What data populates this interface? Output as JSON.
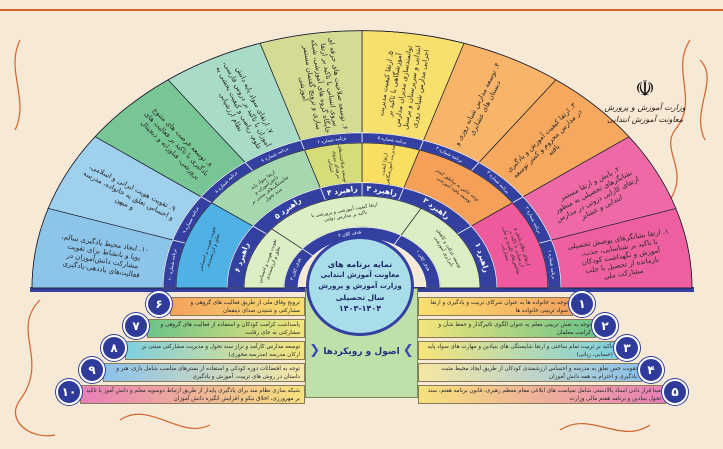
{
  "ministry": {
    "line1": "وزارت آموزش و پرورش",
    "line2": "معاونت آموزش ابتدایی",
    "emblem": "☫"
  },
  "center": {
    "lines": [
      "نمایه برنامه های",
      "معاونت آموزش ابتدایی",
      "وزارت آموزش و پرورش",
      "سال تحصیلی",
      "۱۴۰۳-۱۴۰۴"
    ]
  },
  "principles_title": "اصول و رویکردها",
  "programs": [
    {
      "label": "برنامه شماره ۱",
      "text": "۱. ارتقا نشانگرهای پوشش تحصیلی با تاکید بر شناسایی، جذب، آموزش و نگهداشت کودکان بازمانده از تحصیل با جلب مشارکت ملی",
      "color": "#ee5f9f"
    },
    {
      "label": "برنامه شماره ۲",
      "text": "۲. پایش و ارتقا مستمر نشانگرهای تحصیلی به منظور ارتقای کارایی درونی در مدارس ابتدایی و عشایر",
      "color": "#ee6aa6"
    },
    {
      "label": "برنامه شماره ۳",
      "text": "۳. ارتقا کیفیت آموزش و یادگیری در مدارس محروم و کمتر توسعه یافته",
      "color": "#f6a95e"
    },
    {
      "label": "برنامه شماره ۴",
      "text": "۴. توسعه مدارس شبانه روزی و دبستان های عشایری",
      "color": "#f8b468"
    },
    {
      "label": "برنامه شماره ۵",
      "text": "۵. ارتقا کیفیت مدیریت آموزشگاهی با تاکید بر توانمندسازی مدیران مدارس ابتدایی و سرپرستان و پرسنل اجرایی مدارس شبانه روزی",
      "color": "#f8e06e"
    },
    {
      "label": "برنامه شماره ۶",
      "text": "۶. توسعه صلاحیت های حرفه ای نیروی انسانی با تاکید بر ارتقا جایگاه گروه های آموزشی، شبکه سازی و ترویج گفتمان مستمر آموزشی",
      "color": "#d4dc94"
    },
    {
      "label": "برنامه شماره ۷",
      "text": "۷. ارتقای سواد پایه دانش آموزان با تاکید بر دروس فارسی، علوم، ریاضی و کیفیت بخشی به نظام ارزشیابی",
      "color": "#a9dcc6"
    },
    {
      "label": "برنامه شماره ۸",
      "text": "۸. توسعه فرصت های متنوع یادگیری با تاکید بر فعالیت های پرورشی، فناورانه و دیجیتال",
      "color": "#78c696"
    },
    {
      "label": "برنامه شماره ۹",
      "text": "۹. تقویت هویت ایرانی و اسلامی، و احساس تعلق به خانواده، مدرسه و میهن",
      "color": "#9fd0ee"
    },
    {
      "label": "برنامه شماره ۱۰",
      "text": "۱۰. ایجاد محیط یادگیری سالم، پویا و بانشاط برای تقویت مشارکت دانش‌آموزان در فعالیت‌های یاددهی-یادگیری",
      "color": "#8cc4ea"
    }
  ],
  "strategies": [
    {
      "label": "راهبرد ۱",
      "text": "ارتقای نظام پایش و ارزشیابی با تاکید بر شاخص‌های کلیدی و جلب مشارکت",
      "color": "#ee5a9c"
    },
    {
      "label": "راهبرد ۲",
      "text": "توجه خاص به مناطق کمتر توسعه یافته آموزشی",
      "color": "#f5a058"
    },
    {
      "label": "راهبرد ۳",
      "text": "ارتقا کیفیت مدیریت آموزشگاهی",
      "color": "#f8df62"
    },
    {
      "label": "راهبرد ۴",
      "text": "توسعه صلاحیت‌های حرفه‌ای نیروی انسانی",
      "color": "#d6dc7a"
    },
    {
      "label": "راهبرد ۵",
      "text": "ارتقا سواد پایه دانش‌آموزان و شایستگی‌های مبتنی بر سند تحول",
      "color": "#a6d8b0"
    },
    {
      "label": "راهبرد ۶",
      "text": "تقویت هویت و احساس تعلق و ارزشمندی",
      "color": "#4fb1e6"
    }
  ],
  "goals": [
    {
      "label": "هدف کلان ۱",
      "text": "توسعه عدالت و کاهش نابرابری آموزشی"
    },
    {
      "label": "هدف کلان ۲",
      "text": "ارتقا کیفیت آموزشی و پرورشی با تاکید بر مدارس دولتی"
    },
    {
      "label": "هدف کلان ۳",
      "text": "تقویت هویت و احساس تعلق و ارزشمندی"
    }
  ],
  "principles": [
    {
      "num": "۱",
      "text": "توجه به خانواده ها به عنوان شرکای تربیت و یادگیری و ارتقا سواد تربیتی خانواده ها",
      "from": "#f8e070",
      "to": "#f4a25e"
    },
    {
      "num": "۲",
      "text": "توجه به نقش تربیتی معلم به عنوان الگوی تاثیرگذار و حفظ شأن و کرامت معلمان",
      "from": "#f3e57a",
      "to": "#6cc48a"
    },
    {
      "num": "۳",
      "text": "تأکید بر تربیت تمام ساحتی و ارتقا شایستگی های بنیادین و مهارت های سواد پایه (حسابی، زبانی)",
      "from": "#f6e57a",
      "to": "#7fcfe0"
    },
    {
      "num": "۴",
      "text": "تقویت حس تعلق به مدرسه و احساس ارزشمندی کودکان از طریق ایجاد محیط مثبت یادگیری و احترام به همه دانش آموزان",
      "from": "#f6e7a4",
      "to": "#8cc2ea"
    },
    {
      "num": "۵",
      "text": "مبنا قرار دادن اسناد بالادستی شامل سیاست های ابلاغی مقام معظم رهبری، قانون برنامه هفتم، سند تحول بنیادین و برنامه هفتم مالی وزارت",
      "from": "#f6e27c",
      "to": "#e77fb8"
    },
    {
      "num": "۶",
      "text": "ترویج وفاق ملی از طریق فعالیت های گروهی و مشارکتی و شنیدن صدای ذینفعان",
      "from": "#f8e070",
      "to": "#f4a25e"
    },
    {
      "num": "۷",
      "text": "پاسداشت کرامت کودکان و استفاده از فعالیت های گروهی و مشارکتی به جای رقابت",
      "from": "#f3e57a",
      "to": "#6cc48a"
    },
    {
      "num": "۸",
      "text": "توسعه مدارس کارآمد و تراز سند تحول و مدیریت مشارکتی مبتنی بر ارکان مدرسه (مدرسه محوری)",
      "from": "#f6e57a",
      "to": "#7fcfe0"
    },
    {
      "num": "۹",
      "text": "توجه به اقتضائات دوره کودکی و استفاده از بسترهای مناسب شامل بازی، هنر و داستان در روش های تربیت، آموزش و یادگیری",
      "from": "#f6e7a4",
      "to": "#8cc2ea"
    },
    {
      "num": "۱۰",
      "text": "شبکه سازی نظام مند برای یادگیری پایدار از طریق ارتباط دوسویه معلم و دانش آموز با تاکید بر مهرورزی، اخلاق نیکو و افزایش انگیزه دانش آموزان",
      "from": "#f6e27c",
      "to": "#e77fb8"
    }
  ],
  "colors": {
    "navy": "#3340a0",
    "outline": "#1d1d2c",
    "center": "#a9dde9",
    "goalRing": "#dcefc4",
    "ornament": "#d2632a"
  }
}
